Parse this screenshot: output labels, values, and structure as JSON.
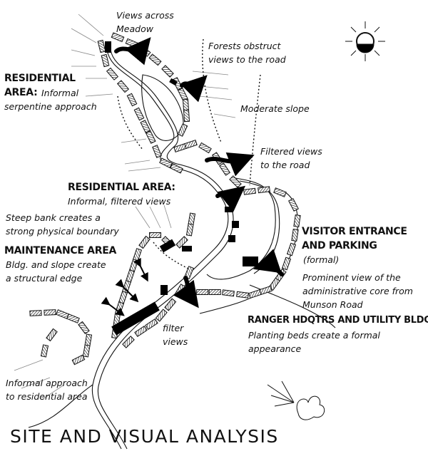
{
  "title": "SITE AND VISUAL ANALYSIS",
  "labels": {
    "views_meadow": [
      "Views across",
      "Meadow"
    ],
    "forests": [
      "Forests obstruct",
      "views to the road"
    ],
    "res_area_1_head": [
      "RESIDENTIAL",
      "AREA:"
    ],
    "res_area_1_body": [
      "Informal",
      "serpentine approach"
    ],
    "moderate_slope": [
      "Moderate slope"
    ],
    "filtered_views": [
      "Filtered views",
      "to the road"
    ],
    "res_area_2_head": [
      "RESIDENTIAL AREA:"
    ],
    "res_area_2_body": [
      "Informal, filtered views"
    ],
    "steep_bank": [
      "Steep bank creates a",
      "strong physical boundary"
    ],
    "maintenance_head": [
      "MAINTENANCE AREA"
    ],
    "maintenance_body": [
      "Bldg. and slope create",
      "a structural edge"
    ],
    "visitor_head": [
      "VISITOR ENTRANCE",
      "AND PARKING"
    ],
    "visitor_body": [
      "(formal)"
    ],
    "prominent_view": [
      "Prominent view of the",
      "administrative core from",
      "Munson Road"
    ],
    "ranger_head": [
      "RANGER HDQTRS AND UTILITY BLDG."
    ],
    "ranger_body": [
      "Planting beds create a formal",
      "appearance"
    ],
    "filter_views": [
      "filter",
      "views"
    ],
    "informal_approach": [
      "Informal approach",
      "to residential area"
    ]
  }
}
